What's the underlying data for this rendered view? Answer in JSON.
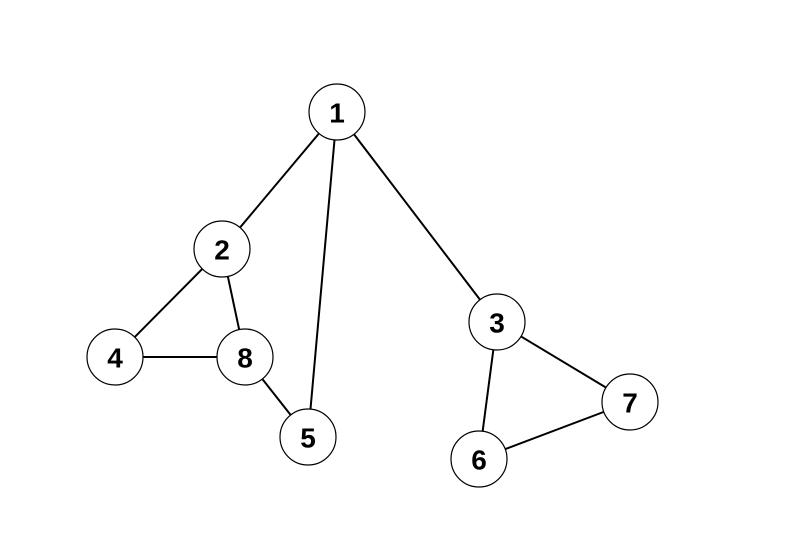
{
  "graph": {
    "nodes": [
      {
        "id": "1",
        "label": "1"
      },
      {
        "id": "2",
        "label": "2"
      },
      {
        "id": "3",
        "label": "3"
      },
      {
        "id": "4",
        "label": "4"
      },
      {
        "id": "5",
        "label": "5"
      },
      {
        "id": "6",
        "label": "6"
      },
      {
        "id": "7",
        "label": "7"
      },
      {
        "id": "8",
        "label": "8"
      }
    ],
    "edges": [
      [
        "1",
        "2"
      ],
      [
        "1",
        "5"
      ],
      [
        "1",
        "3"
      ],
      [
        "2",
        "4"
      ],
      [
        "2",
        "8"
      ],
      [
        "4",
        "8"
      ],
      [
        "8",
        "5"
      ],
      [
        "3",
        "6"
      ],
      [
        "3",
        "7"
      ],
      [
        "6",
        "7"
      ]
    ]
  },
  "colors": {
    "stroke": "#000000",
    "node_fill": "#ffffff",
    "background": "#ffffff"
  }
}
